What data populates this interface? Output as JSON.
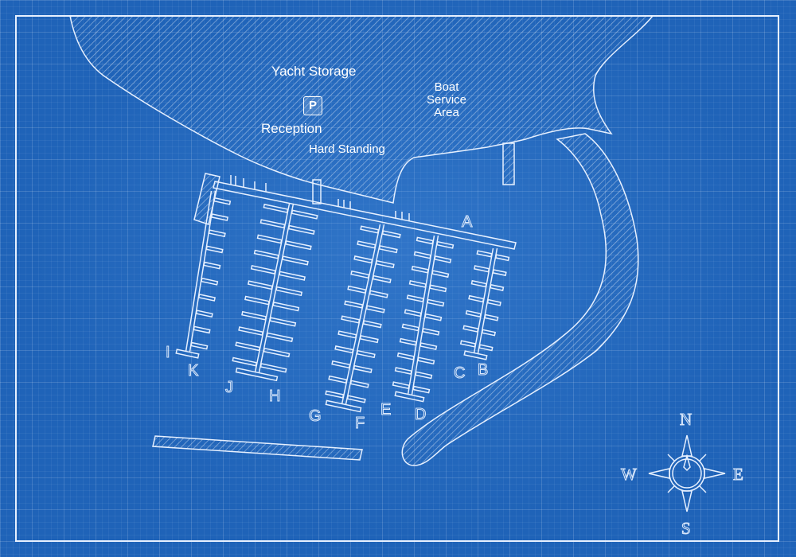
{
  "labels": {
    "yacht_storage": "Yacht Storage",
    "parking_symbol": "P",
    "reception": "Reception",
    "hard_standing": "Hard Standing",
    "boat_service_area": [
      "Boat",
      "Service",
      "Area"
    ]
  },
  "pontoons": [
    "A",
    "B",
    "C",
    "D",
    "E",
    "F",
    "G",
    "H",
    "I",
    "J",
    "K"
  ],
  "compass": {
    "north": "N",
    "south": "S",
    "east": "E",
    "west": "W"
  },
  "colors": {
    "background": "#1f63b8",
    "line": "#e6f0ff"
  }
}
